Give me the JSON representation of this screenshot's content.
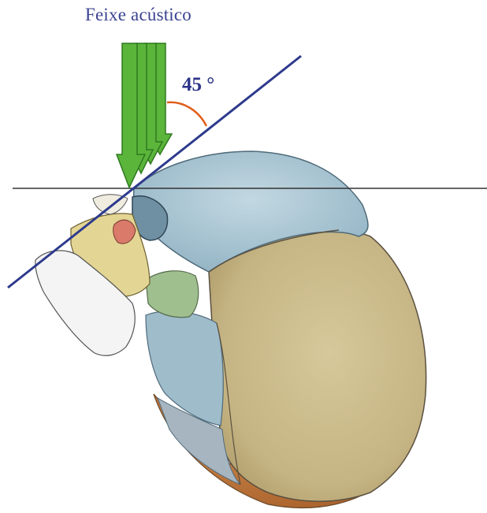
{
  "labels": {
    "beam": "Feixe acústico",
    "angle": "45 °"
  },
  "colors": {
    "beam_fill": "#5bb53b",
    "beam_stroke": "#2f7a1f",
    "incidence_line": "#2d3a8c",
    "horizontal_line": "#333333",
    "angle_arc": "#e0601c",
    "parietal_bone": "#c9b887",
    "frontal_bone": "#a9c6d3",
    "occipital_bone": "#c0763c",
    "sphenoid_bone": "#b6c9d4",
    "zygomatic_bone": "#9fbf8f",
    "maxilla": "#e3d594",
    "mandible": "#f2f2f2",
    "suture_lines": "#5a5040"
  },
  "icons": [
    "acoustic-beam-arrows",
    "skull-illustration"
  ]
}
